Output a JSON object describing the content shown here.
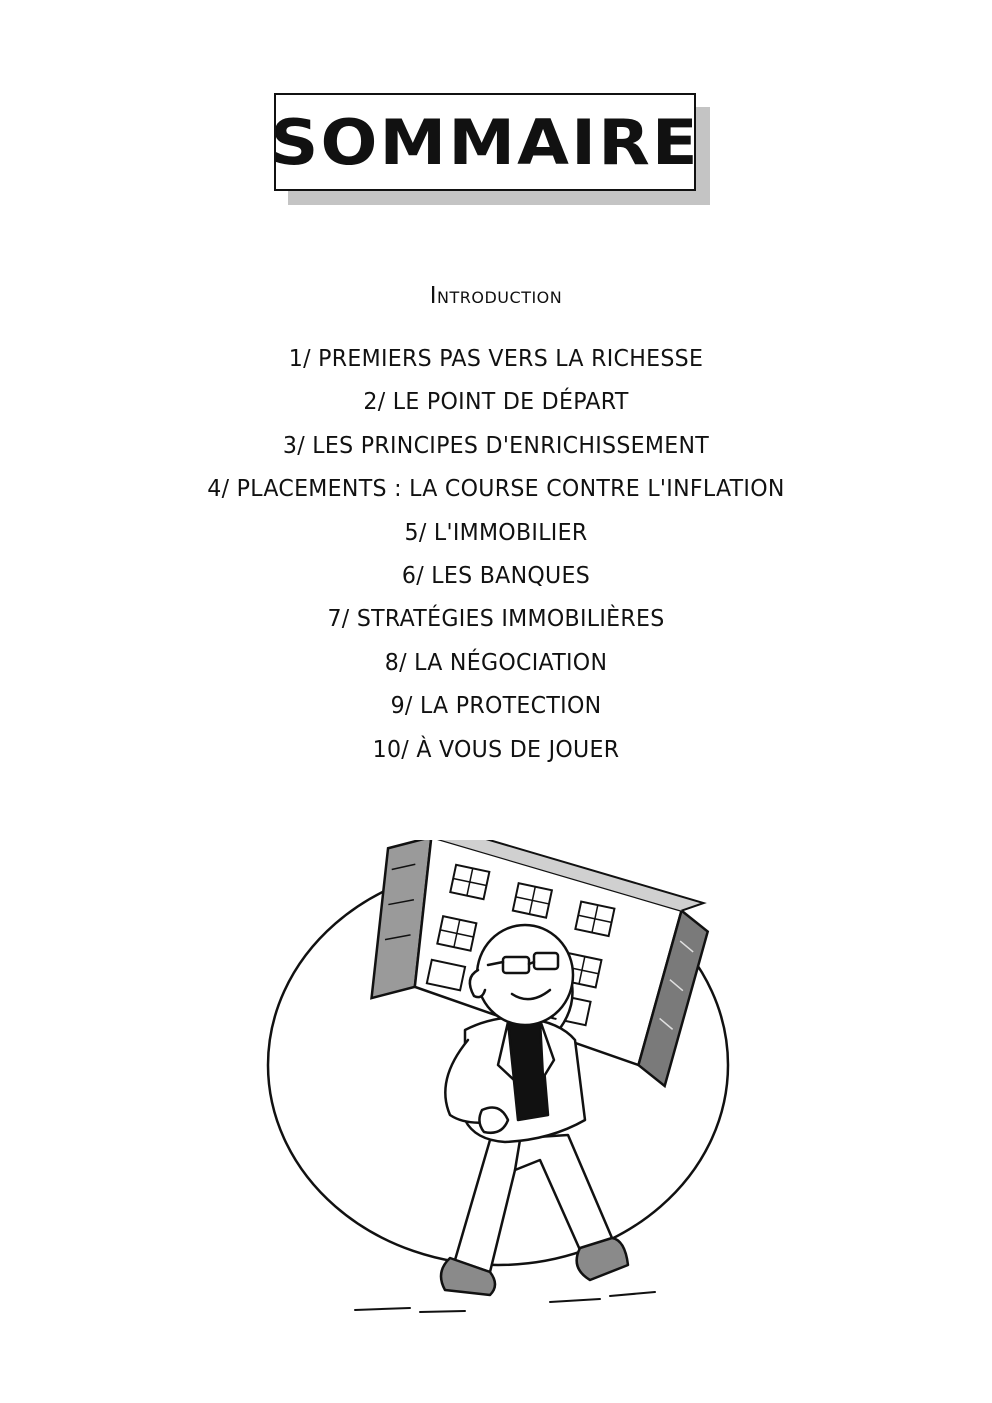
{
  "title": "SOMMAIRE",
  "toc": {
    "intro": "Introduction",
    "items": [
      "1/ premiers pas vers la richesse",
      "2/ le point de départ",
      "3/ les principes d'enrichissement",
      "4/ placements : la course contre l'inflation",
      "5/ l'immobilier",
      "6/ les banques",
      "7/ stratégies immobilières",
      "8/ la négociation",
      "9/ la protection",
      "10/ à vous de jouer"
    ]
  },
  "illustration": {
    "subject": "man-carrying-building-icon",
    "colors": {
      "ink": "#111111",
      "shadow": "#c4c4c4",
      "jacket": "#ffffff",
      "shirt": "#111111"
    }
  }
}
